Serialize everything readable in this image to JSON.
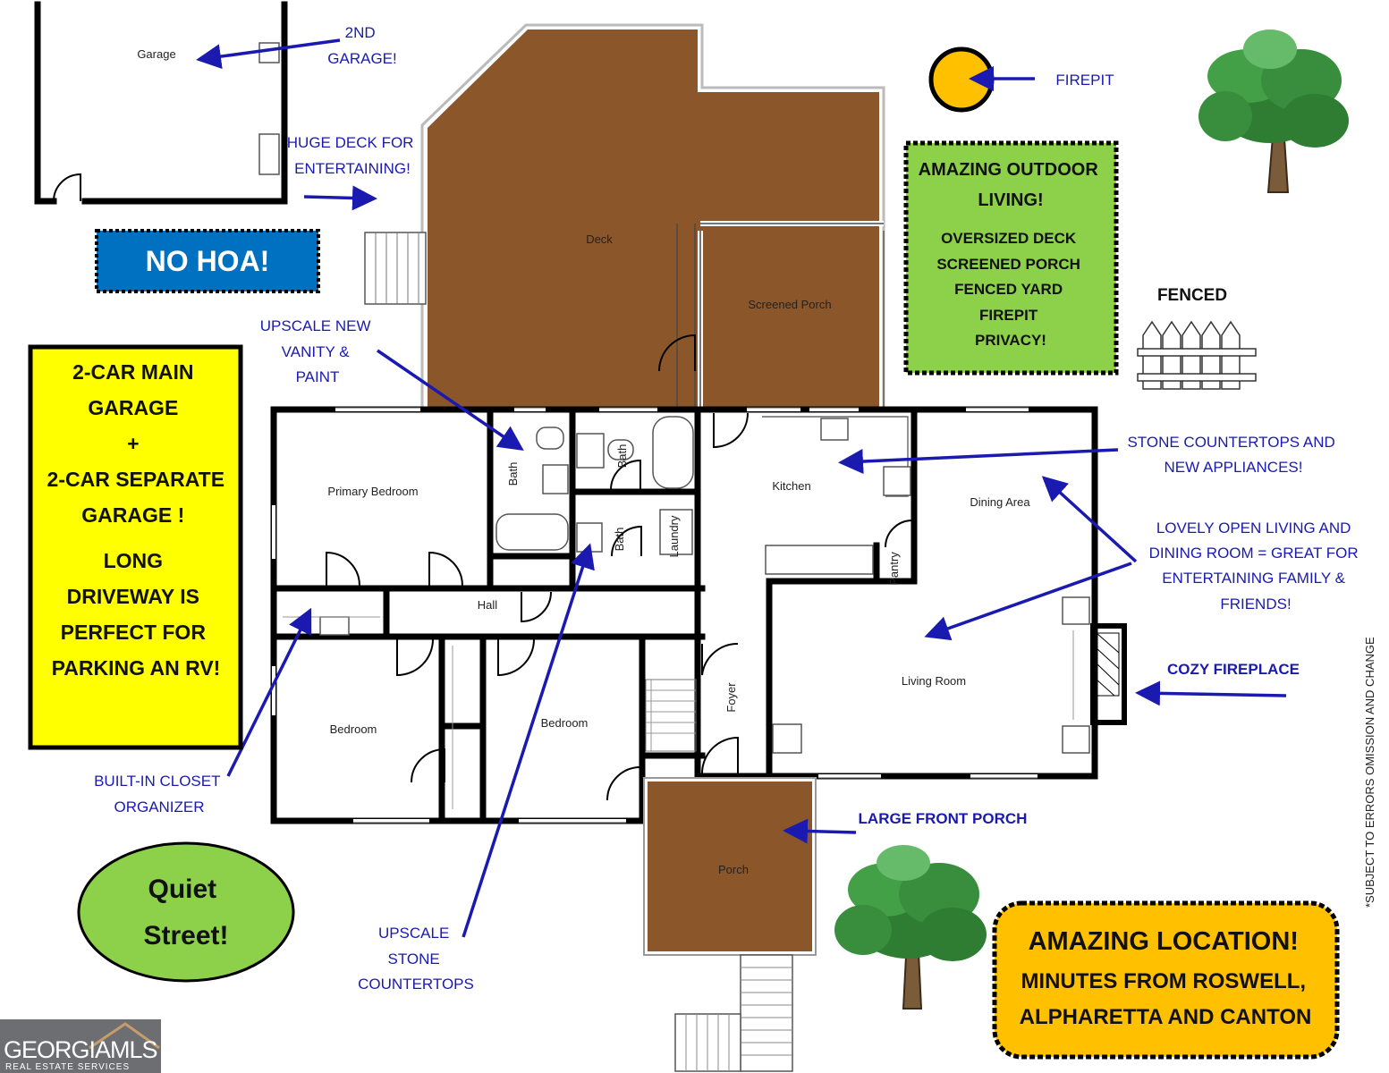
{
  "rooms": {
    "garage": "Garage",
    "deck": "Deck",
    "screened_porch": "Screened Porch",
    "primary_bedroom": "Primary Bedroom",
    "bath1": "Bath",
    "bath2": "Bath",
    "bath3": "Bath",
    "laundry": "Laundry",
    "kitchen": "Kitchen",
    "dining": "Dining Area",
    "pantry": "Pantry",
    "hall": "Hall",
    "living": "Living Room",
    "foyer": "Foyer",
    "bedroom1": "Bedroom",
    "bedroom2": "Bedroom",
    "porch": "Porch"
  },
  "notes": {
    "second_garage": [
      "2ND",
      "GARAGE!"
    ],
    "huge_deck": [
      "HUGE DECK FOR",
      "ENTERTAINING!"
    ],
    "firepit": "FIREPIT",
    "upscale_vanity": [
      "UPSCALE NEW",
      "VANITY &",
      "PAINT"
    ],
    "stone_appliances": [
      "STONE COUNTERTOPS AND",
      "NEW APPLIANCES!"
    ],
    "open_living": [
      "LOVELY OPEN LIVING AND",
      "DINING ROOM = GREAT FOR",
      "ENTERTAINING FAMILY &",
      "FRIENDS!"
    ],
    "cozy_fireplace": "COZY FIREPLACE",
    "closet": [
      "BUILT-IN CLOSET",
      "ORGANIZER"
    ],
    "front_porch": "LARGE FRONT PORCH",
    "upscale_stone": [
      "UPSCALE",
      "STONE",
      "COUNTERTOPS"
    ],
    "fenced": "FENCED",
    "disclaimer": "*SUBJECT TO ERRORS OMISSION AND CHANGE"
  },
  "callouts": {
    "no_hoa": "NO HOA!",
    "outdoor": [
      "AMAZING OUTDOOR",
      "LIVING!",
      "OVERSIZED DECK",
      "SCREENED PORCH",
      "FENCED YARD",
      "FIREPIT",
      "PRIVACY!"
    ],
    "garage_box": [
      "2-CAR MAIN",
      "GARAGE",
      "+",
      "2-CAR SEPARATE",
      "GARAGE !",
      "LONG",
      "DRIVEWAY IS",
      "PERFECT FOR",
      "PARKING AN RV!"
    ],
    "quiet": [
      "Quiet",
      "Street!"
    ],
    "location": [
      "AMAZING LOCATION!",
      "MINUTES FROM ROSWELL,",
      "ALPHARETTA AND CANTON"
    ]
  },
  "logo": {
    "main": "GEORGIAMLS",
    "sub": "REAL ESTATE SERVICES"
  },
  "colors": {
    "deck_brown": "#8b572a",
    "note_blue": "#1a1ab0",
    "yellow": "#ffff00",
    "green": "#8dd14a",
    "orange": "#ffc000",
    "hoa_blue": "#0070c0"
  }
}
